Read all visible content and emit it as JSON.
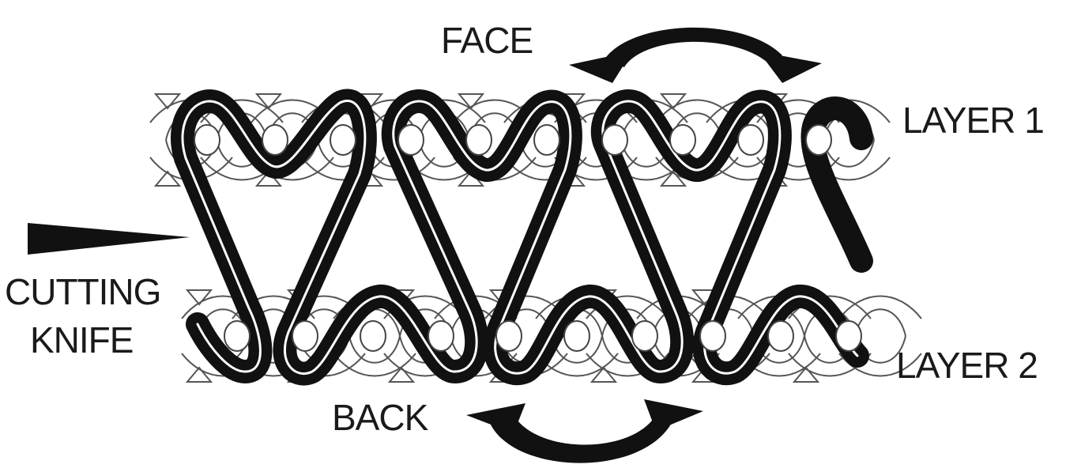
{
  "labels": {
    "face": "FACE",
    "back": "BACK",
    "layer_1": "LAYER 1",
    "layer_2": "LAYER 2",
    "cutting_knife_line1": "CUTTING",
    "cutting_knife_line2": "KNIFE"
  },
  "colors": {
    "ink": "#111111",
    "background": "#ffffff",
    "loop_stroke": "#555555"
  }
}
